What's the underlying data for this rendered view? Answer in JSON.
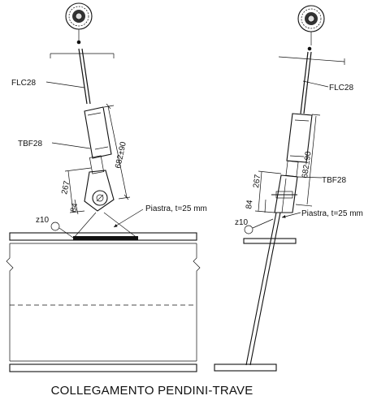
{
  "title": "COLLEGAMENTO PENDINI-TRAVE",
  "left_view": {
    "rod_label": "FLC28",
    "turnbuckle_label": "TBF28",
    "dim_length": "682±90",
    "dim_267": "267",
    "dim_84": "84",
    "plate_label": "Piastra, t=25 mm",
    "level_label": "z10"
  },
  "right_view": {
    "rod_label": "FLC28",
    "turnbuckle_label": "TBF28",
    "dim_length": "682±90",
    "dim_267": "267",
    "dim_84": "84",
    "plate_label": "Piastra, t=25 mm",
    "level_label": "z10"
  }
}
